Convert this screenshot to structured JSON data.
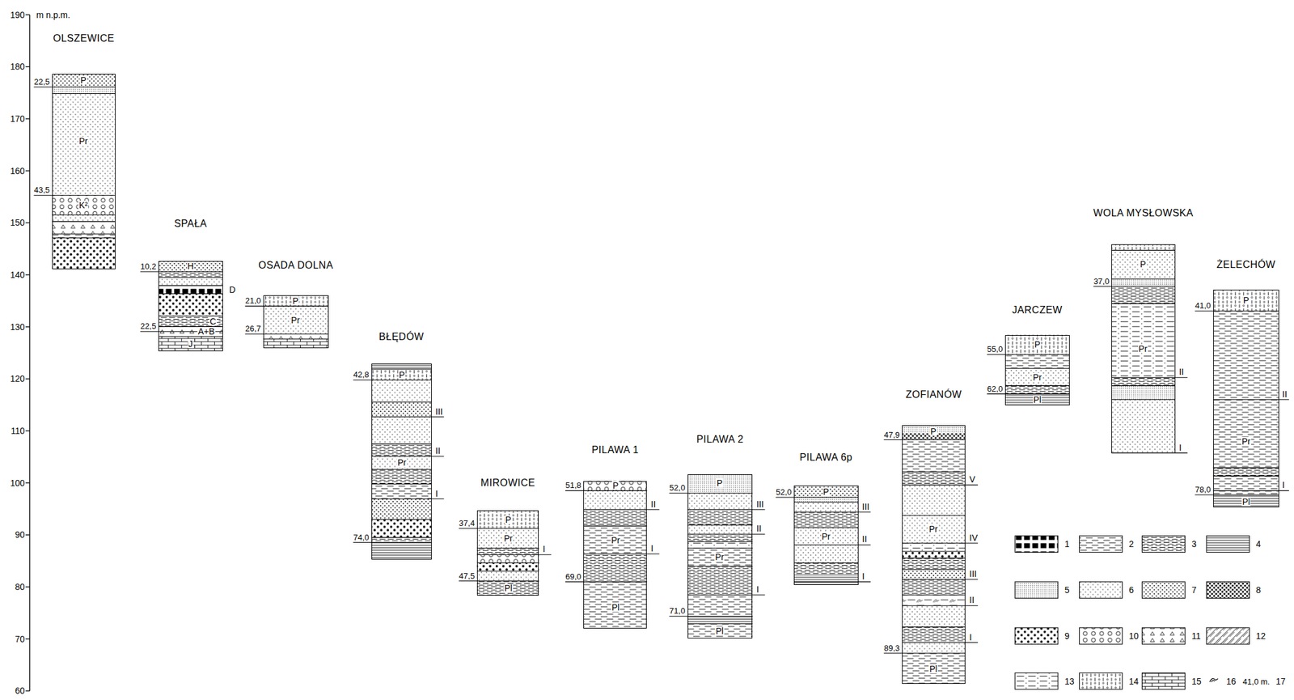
{
  "diagram": {
    "nodes": [
      {
        "text": [
          "OLSZEWICE"
        ]
      },
      {
        "text": [
          "SPAŁA"
        ]
      },
      {
        "text": [
          "OSADA DOLNA"
        ]
      },
      {
        "text": [
          "BŁĘDÓW"
        ]
      },
      {
        "text": [
          "MIROWICE"
        ]
      },
      {
        "text": [
          "PILAWA 1"
        ]
      },
      {
        "text": [
          "PILAWA 2"
        ]
      },
      {
        "text": [
          "PILAWA 6p"
        ]
      },
      {
        "text": [
          "ZOFIANÓW"
        ]
      },
      {
        "text": [
          "JARCZEW"
        ]
      },
      {
        "text": [
          "WOLA MYSŁOWSKA"
        ]
      },
      {
        "text": [
          "ŻELECHÓW"
        ]
      }
    ],
    "labels": [
      "m n.p.m.",
      "190",
      "180",
      "170",
      "160",
      "150",
      "140",
      "130",
      "120",
      "110",
      "100",
      "90",
      "80",
      "70",
      "60",
      "22,5",
      "P",
      "Pr",
      "43,5",
      "K²",
      "10,2",
      "H",
      "D",
      "C",
      "A+B",
      "22,5",
      "J",
      "21,0",
      "P",
      "Pr",
      "26,7",
      "42,8",
      "P",
      "III",
      "II",
      "Pr",
      "I",
      "74,0",
      "37,4",
      "P",
      "Pr",
      "I",
      "47,5",
      "Pl",
      "51,8",
      "P",
      "II",
      "Pr",
      "I",
      "69,0",
      "Pl",
      "52,0",
      "P",
      "III",
      "II",
      "Pr",
      "I",
      "71,0",
      "Pl",
      "52,0",
      "P",
      "III",
      "II",
      "Pr",
      "I",
      "47,9",
      "P",
      "V",
      "Pr",
      "IV",
      "III",
      "II",
      "I",
      "89,3",
      "Pl",
      "55,0",
      "P",
      "Pr",
      "62,0",
      "Pl",
      "37,0",
      "P",
      "Pr",
      "II",
      "I",
      "41,0",
      "P",
      "II",
      "Pr",
      "I",
      "78,0",
      "Pl",
      "41,0 m."
    ],
    "legend": [
      {
        "text": "1"
      },
      {
        "text": "2"
      },
      {
        "text": "3"
      },
      {
        "text": "4"
      },
      {
        "text": "5"
      },
      {
        "text": "6"
      },
      {
        "text": "7"
      },
      {
        "text": "8"
      },
      {
        "text": "9"
      },
      {
        "text": "10"
      },
      {
        "text": "11"
      },
      {
        "text": "12"
      },
      {
        "text": "13"
      },
      {
        "text": "14"
      },
      {
        "text": "15"
      },
      {
        "text": "16"
      },
      {
        "text": "17"
      }
    ]
  }
}
